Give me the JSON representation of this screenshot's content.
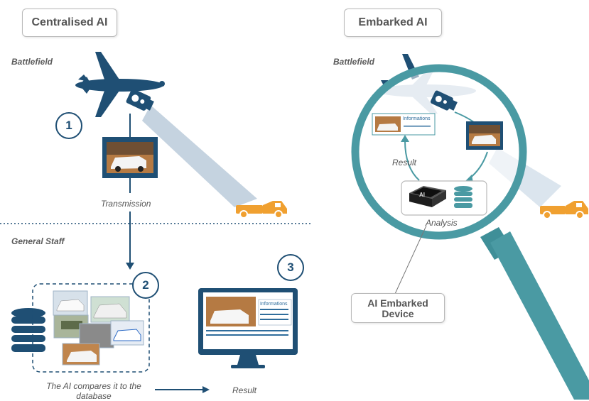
{
  "left": {
    "title": "Centralised AI",
    "battlefield_label": "Battlefield",
    "step1": "1",
    "transmission_label": "Transmission",
    "general_staff_label": "General Staff",
    "step2": "2",
    "step3": "3",
    "compare_caption_line1": "The AI compares it to the",
    "compare_caption_line2": "database",
    "result_label": "Result",
    "monitor_info_label": "Informations"
  },
  "right": {
    "title": "Embarked AI",
    "battlefield_label": "Battlefield",
    "info_card_label": "Informations",
    "result_label": "Result",
    "analysis_label": "Analysis",
    "chip_label": "AI",
    "device_label_line1": "AI Embarked",
    "device_label_line2": "Device"
  },
  "colors": {
    "navy": "#1f4f74",
    "teal": "#4a9aa3",
    "orange": "#f0a030",
    "beam": "#c5d3e0"
  }
}
